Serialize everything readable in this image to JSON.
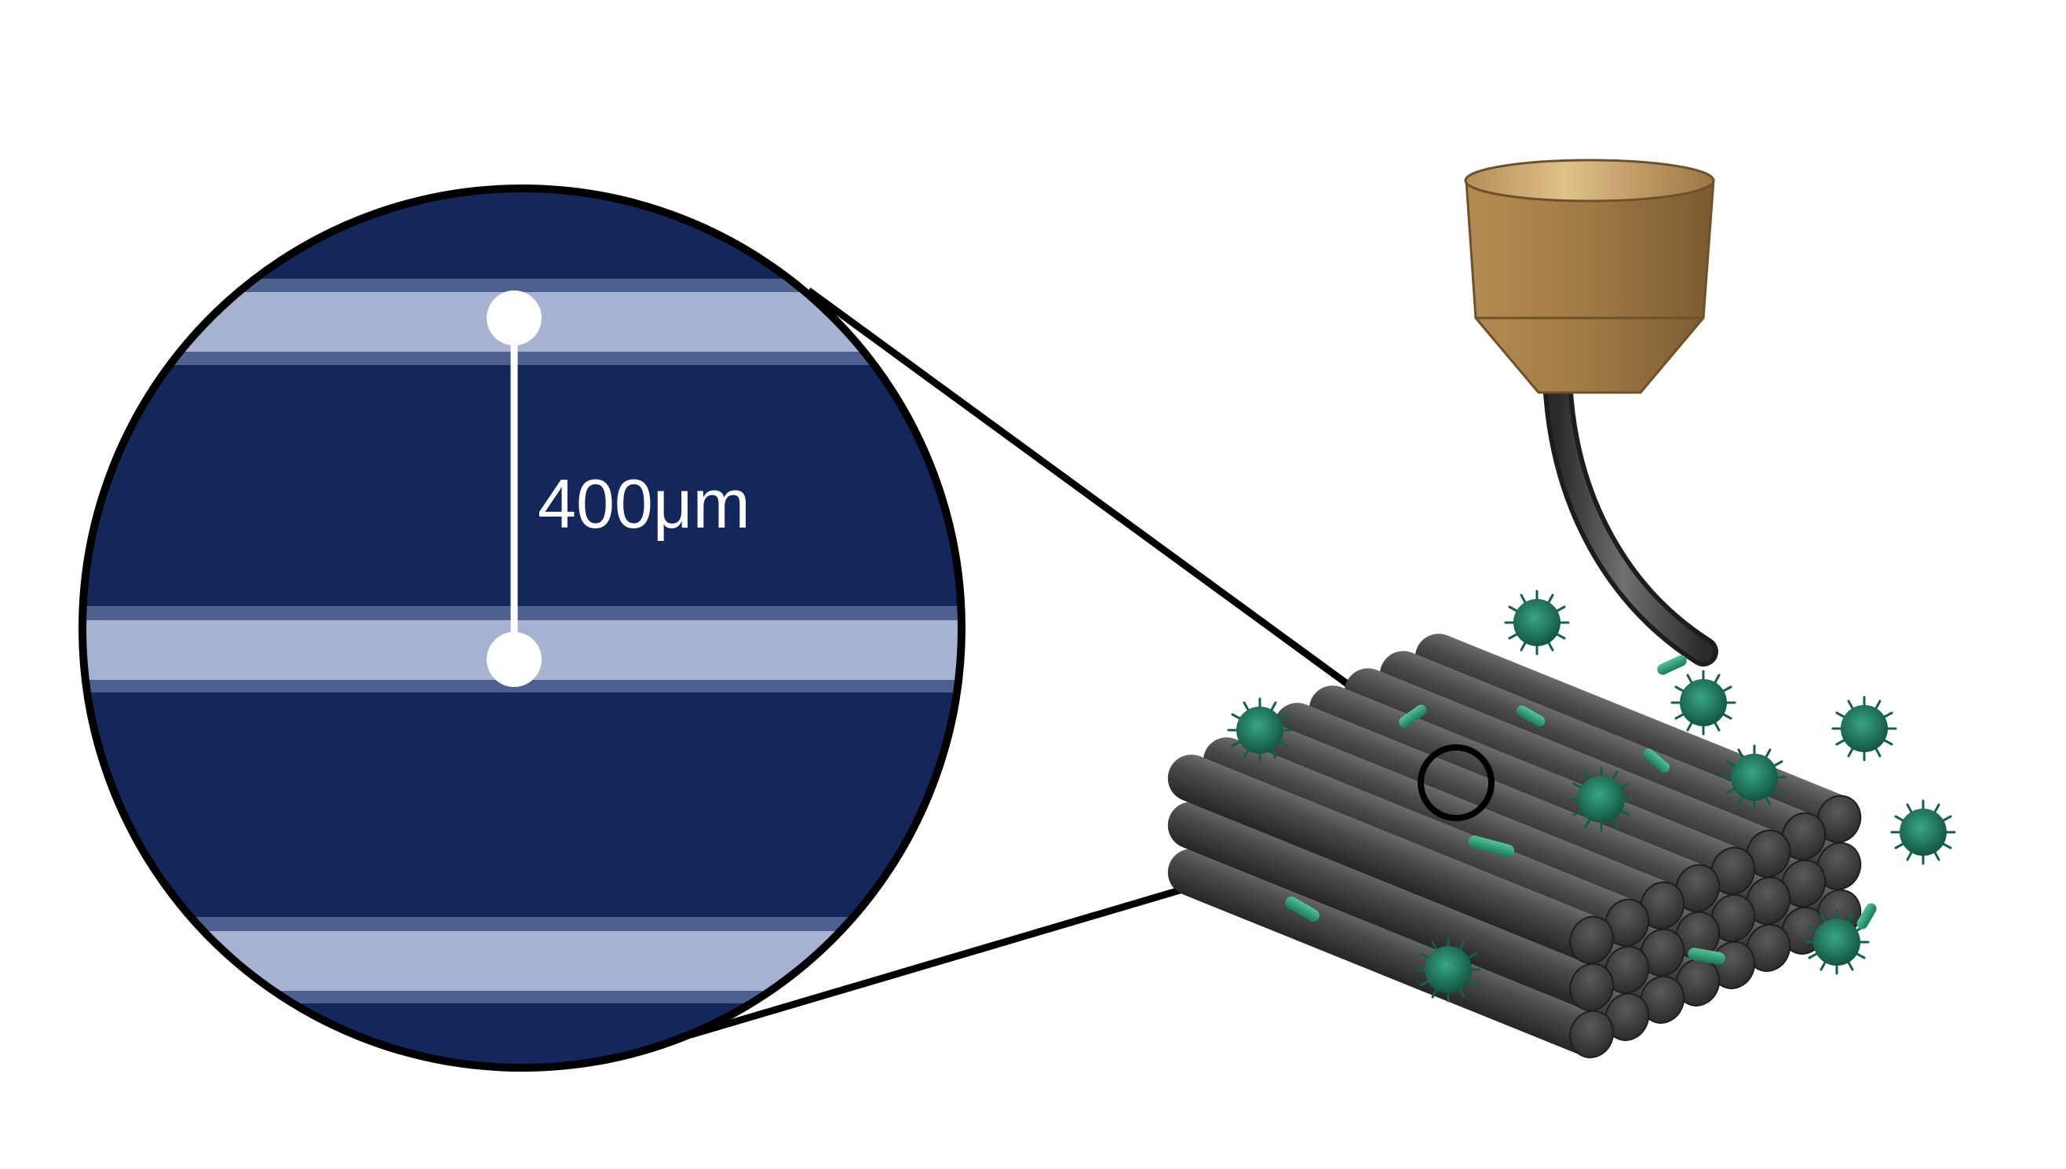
{
  "figure": {
    "scale_bar": {
      "label": "400μm"
    },
    "micrograph": {
      "visible_strands": 3
    },
    "colors": {
      "background": "#ffffff",
      "micrograph_background": "#13275a",
      "strand_highlight": "#cfd8f0",
      "scale_bar": "#ffffff",
      "outline": "#000000",
      "nozzle_bronze": "#a47d47",
      "tube_gray": "#3a3a3a",
      "rod_gray": "#454545",
      "microbe_green": "#1e7a62"
    },
    "scaffold": {
      "layers": 3,
      "rods_per_layer": 8
    }
  }
}
